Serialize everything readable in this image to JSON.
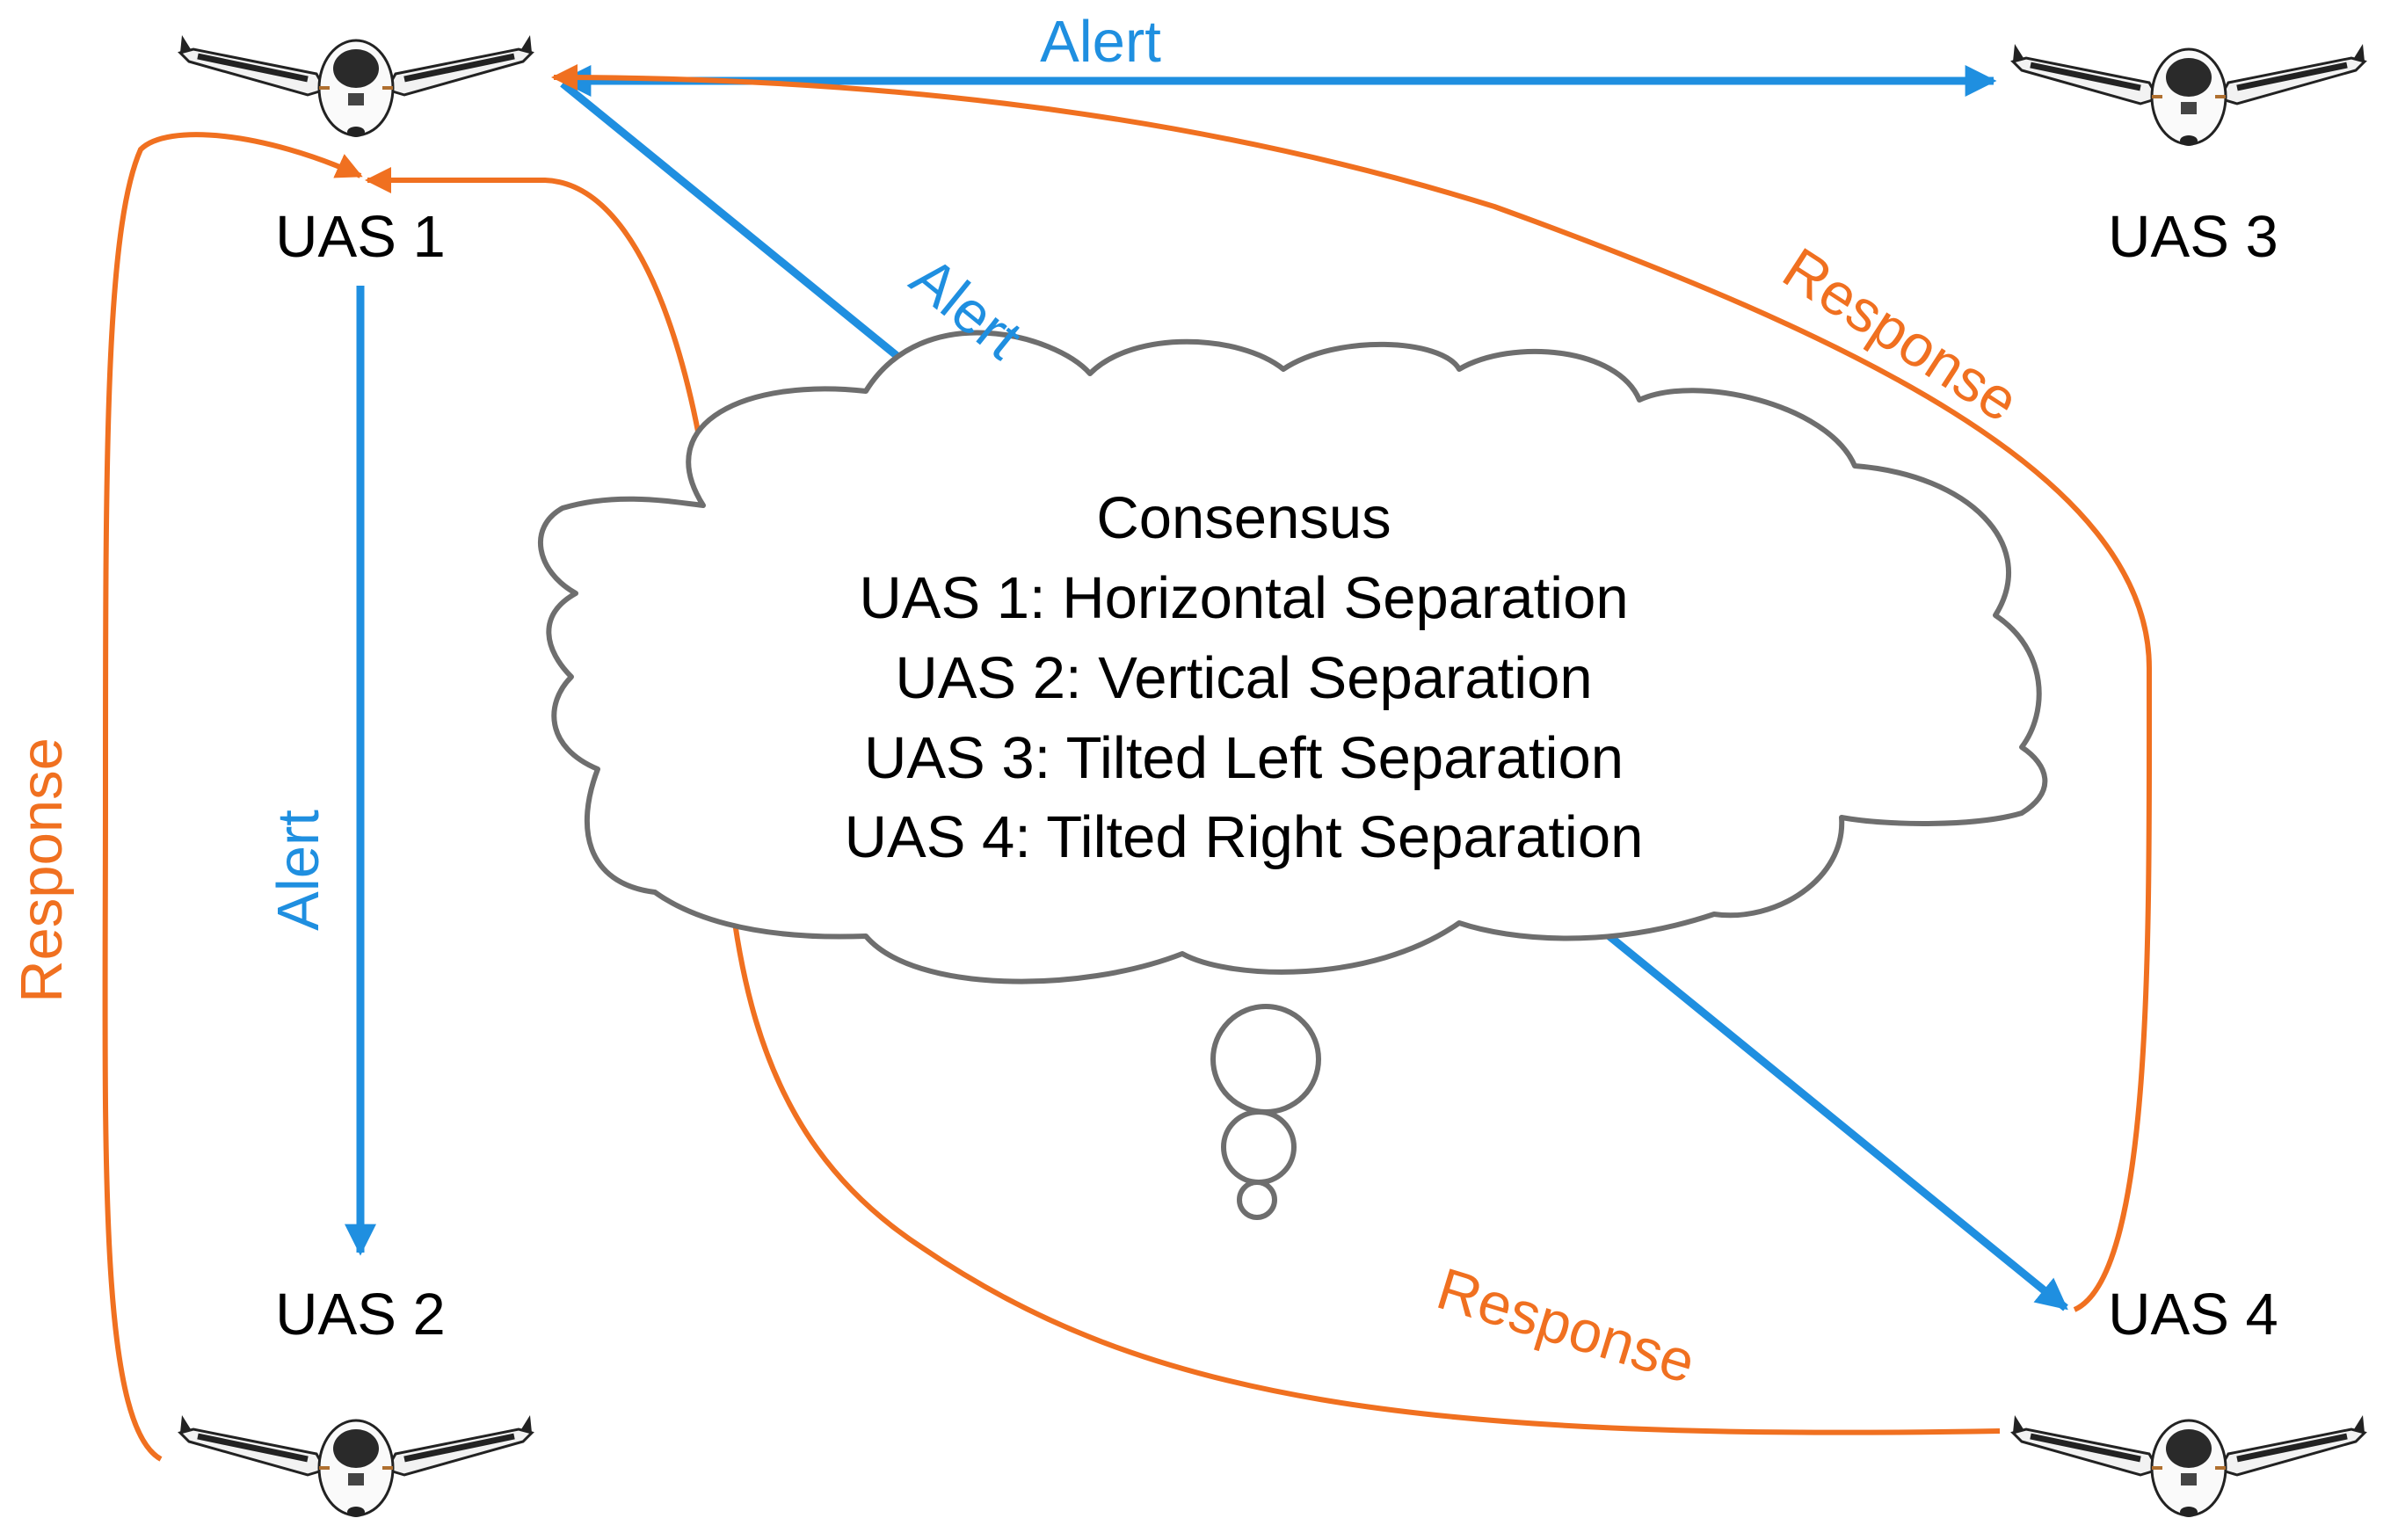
{
  "nodes": {
    "uas1": "UAS 1",
    "uas2": "UAS 2",
    "uas3": "UAS 3",
    "uas4": "UAS 4"
  },
  "consensus": {
    "title": "Consensus",
    "lines": [
      "UAS 1: Horizontal Separation",
      "UAS 2: Vertical Separation",
      "UAS 3: Tilted Left Separation",
      "UAS 4: Tilted Right Separation"
    ]
  },
  "edges": {
    "alert": "Alert",
    "response": "Response"
  },
  "colors": {
    "alert": "#1f8fe0",
    "response": "#f07020",
    "cloud_outline": "#6e6e6e"
  },
  "icons": {
    "aircraft": "fixed-wing-drone-icon"
  }
}
